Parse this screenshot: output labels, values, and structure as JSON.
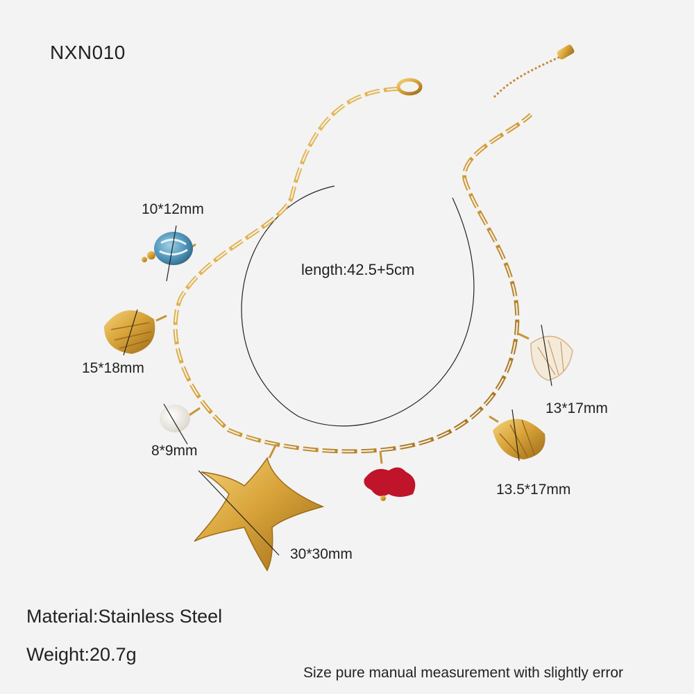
{
  "product_code": "NXN010",
  "length_label": "length:42.5+5cm",
  "dimensions": {
    "blue_bead": "10*12mm",
    "gold_shell_left": "15*18mm",
    "pearl": "8*9mm",
    "starfish": "30*30mm",
    "white_shell": "13*17mm",
    "gold_shell_right": "13.5*17mm"
  },
  "material": "Material:Stainless Steel",
  "weight": "Weight:20.7g",
  "note": "Size pure manual measurement with slightly error",
  "colors": {
    "gold": "#d9a43a",
    "gold_dark": "#a8741c",
    "background": "#f3f3f3",
    "coral": "#c0142a",
    "blue_bead": "#4f93b8"
  }
}
